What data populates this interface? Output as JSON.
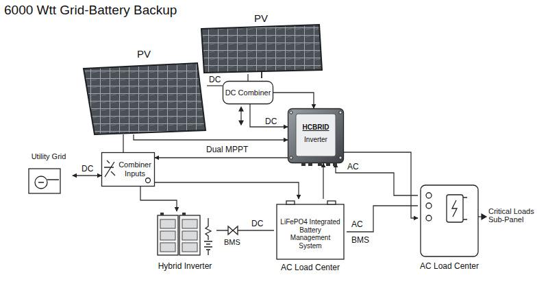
{
  "diagram": {
    "title": "6000 Wtt Grid-Battery Backup",
    "nodes": [
      {
        "text": [
          "PV"
        ]
      },
      {
        "text": [
          "PV"
        ]
      },
      {
        "text": [
          "DC Combiner"
        ]
      },
      {
        "text": [
          "HCBRID",
          "Inverter"
        ]
      },
      {
        "text": [
          "Utility Grid"
        ]
      },
      {
        "text": [
          "Combiner Inputs"
        ]
      },
      {
        "text": [
          "Hybrid Inverter"
        ]
      },
      {
        "text": [
          "LiFePO4 Integrated Battery Management System",
          "AC Load Center"
        ]
      },
      {
        "text": [
          "AC Load Center"
        ]
      }
    ],
    "edges": [
      {
        "from": 0,
        "to": 2,
        "label": "DC",
        "arrow": "none"
      },
      {
        "from": 1,
        "to": 2,
        "arrow": "none"
      },
      {
        "from": 2,
        "to": 3,
        "label": "DC",
        "arrow": "to"
      },
      {
        "from": 2,
        "to": 3,
        "arrow": "to"
      },
      {
        "from": 0,
        "to": 3,
        "arrow": "to"
      },
      {
        "from": 3,
        "to": 5,
        "label": "Dual MPPT",
        "arrow": "to"
      },
      {
        "from": 4,
        "to": 5,
        "label": "DC",
        "arrow": "both"
      },
      {
        "from": 0,
        "to": 5,
        "arrow": "none"
      },
      {
        "from": 5,
        "to": 6,
        "arrow": "to"
      },
      {
        "from": 5,
        "to": 7,
        "arrow": "to"
      },
      {
        "from": 6,
        "to": 7,
        "label": "DC",
        "arrow": "none"
      },
      {
        "from": 7,
        "to": 3,
        "arrow": "to"
      },
      {
        "from": 7,
        "to": 8,
        "label": "AC",
        "arrow": "none"
      },
      {
        "from": 8,
        "to": 3,
        "label": "AC",
        "arrow": "to"
      },
      {
        "from": 3,
        "to": 8,
        "arrow": "to"
      }
    ],
    "labels": [
      "BMS",
      "BMS",
      "Critical Loads Sub-Panel"
    ]
  }
}
